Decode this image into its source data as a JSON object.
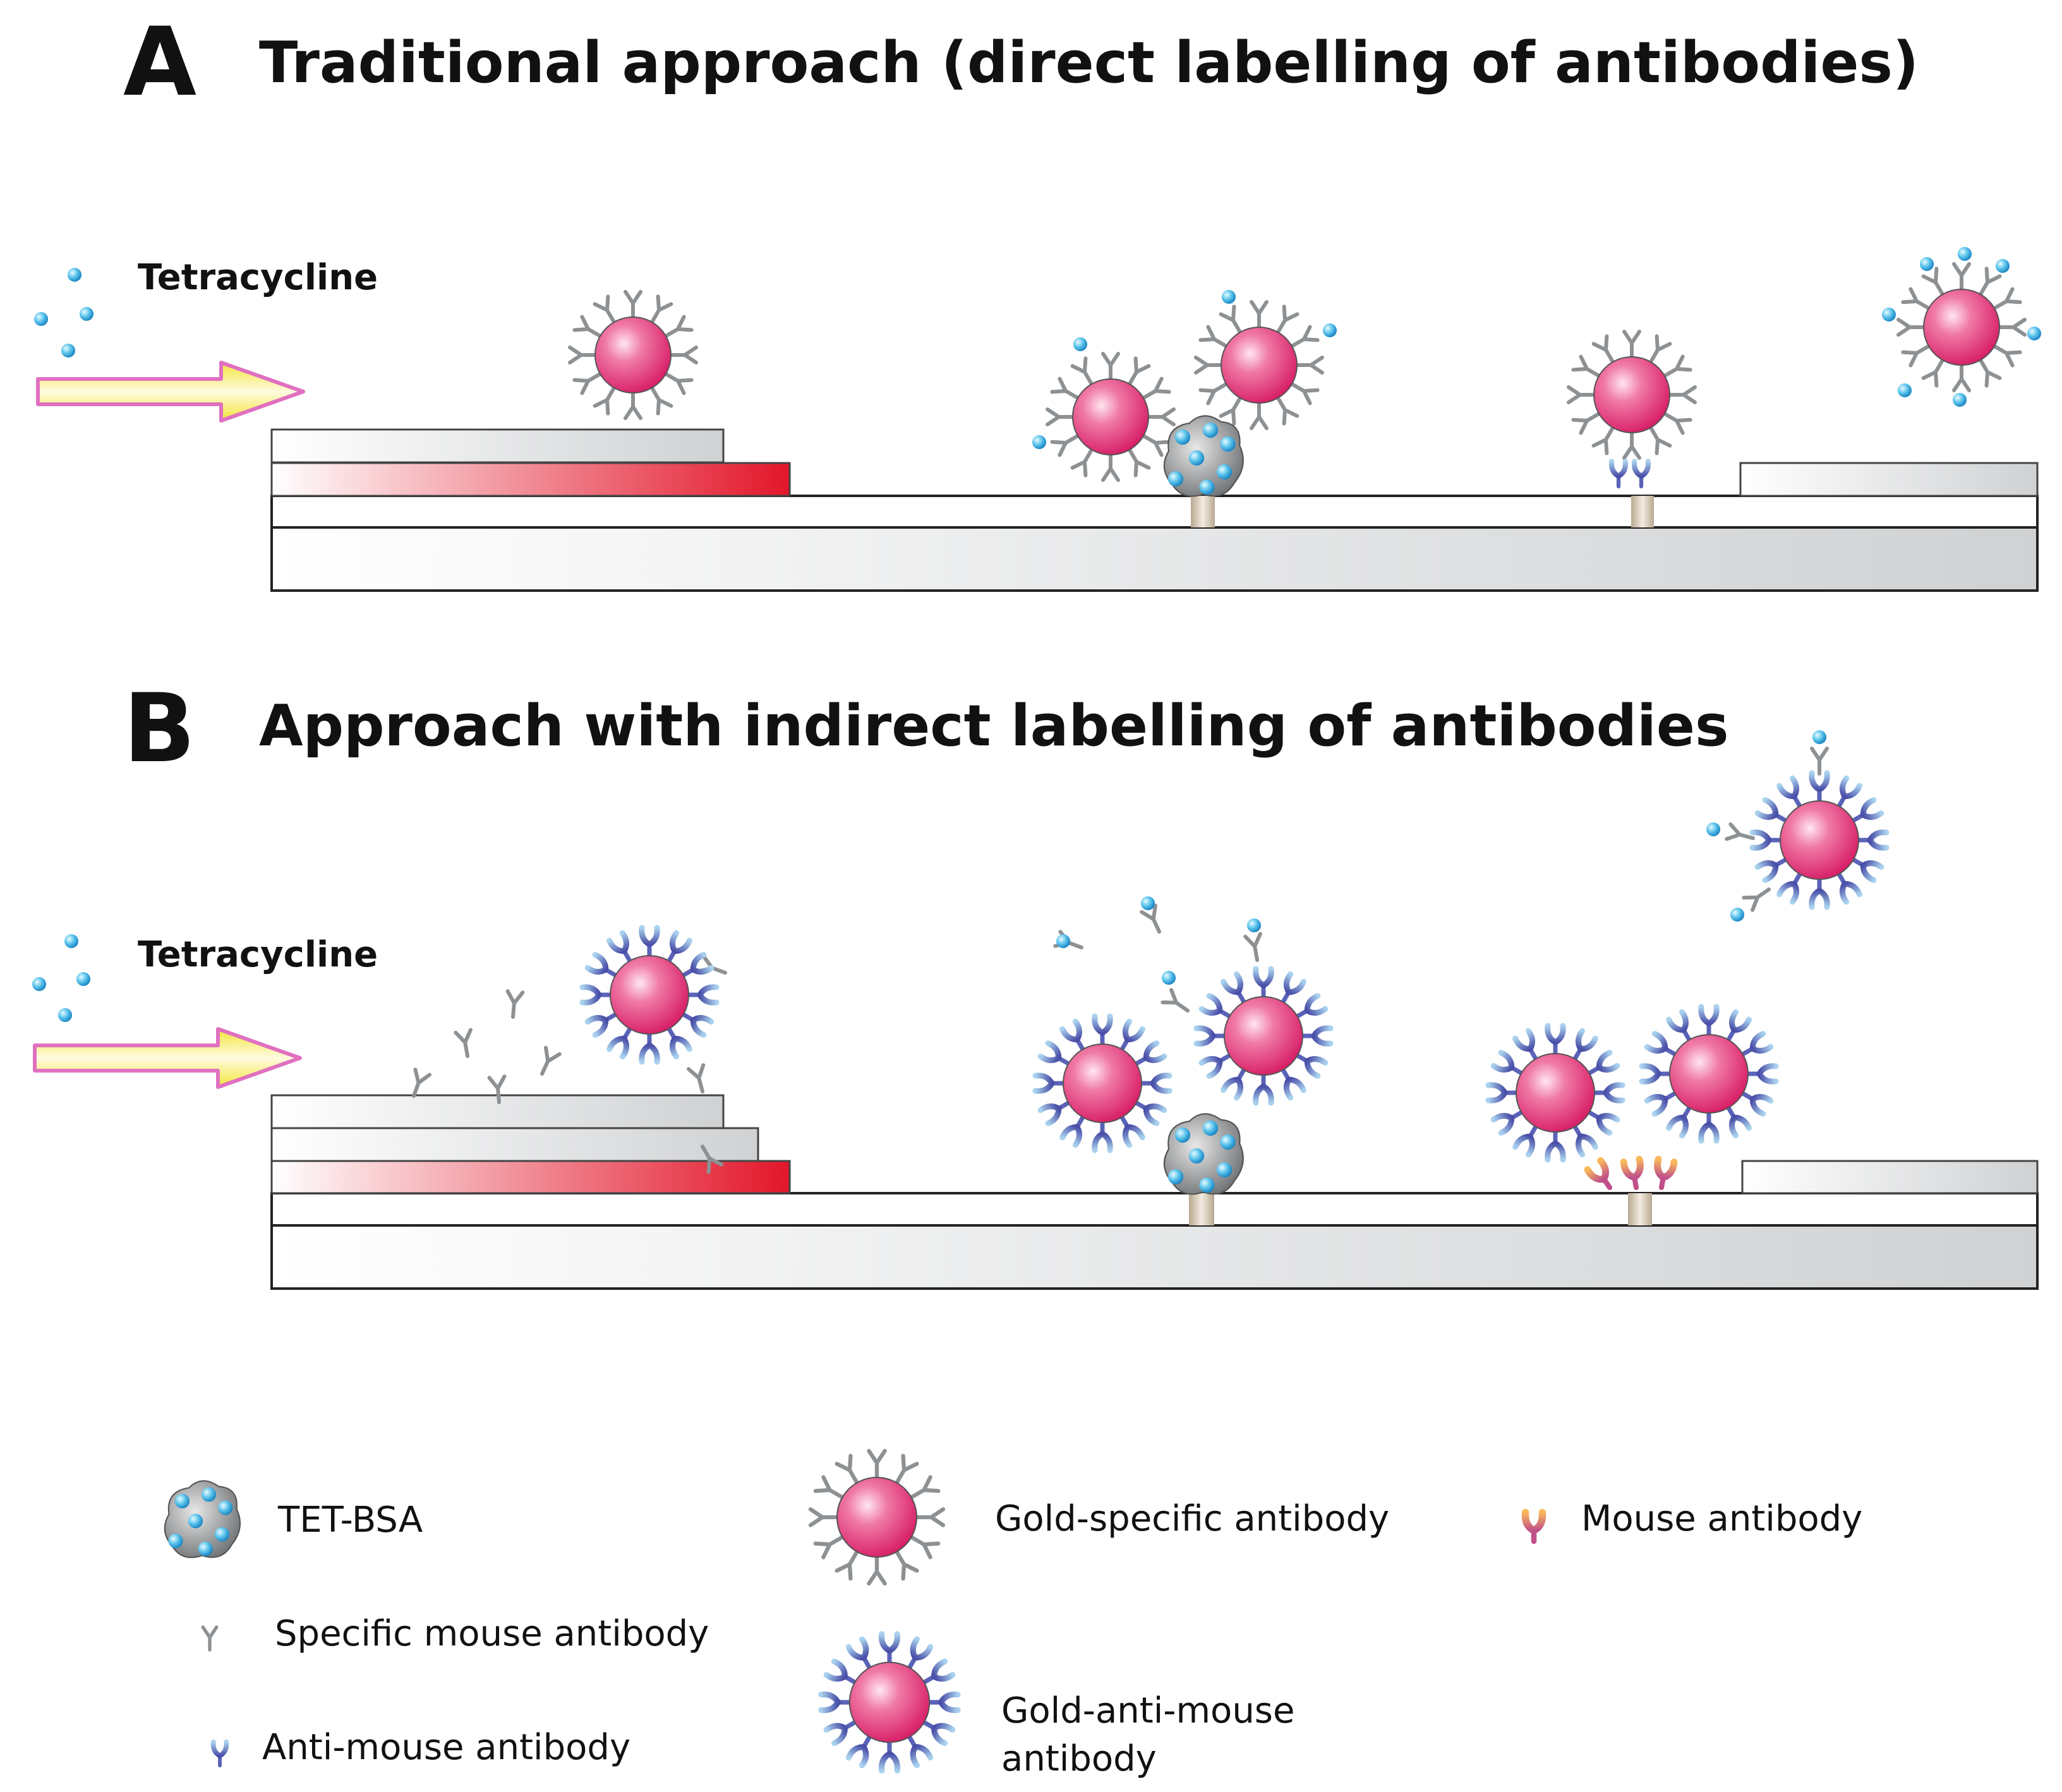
{
  "panel_a": {
    "letter": "A",
    "title": "Traditional approach (direct labelling of antibodies)",
    "analyte_label": "Tetracycline"
  },
  "panel_b": {
    "letter": "B",
    "title": "Approach with indirect labelling of antibodies",
    "analyte_label": "Tetracycline"
  },
  "legend": {
    "tet_bsa": "TET-BSA",
    "specific_mouse_antibody": "Specific mouse antibody",
    "anti_mouse_antibody": "Anti-mouse antibody",
    "gold_specific_antibody": "Gold-specific antibody",
    "gold_anti_mouse_line1": "Gold-anti-mouse",
    "gold_anti_mouse_line2": "antibody",
    "mouse_antibody": "Mouse antibody"
  },
  "colors": {
    "gold_particle": "#e8407a",
    "analyte": "#29a8e0",
    "conjugate_pad": "#e8202a",
    "flow_arrow": "#f5ec3a",
    "flow_arrow_border": "#e070c0",
    "anti_mouse": "#5a62b8",
    "mouse_antibody": "#f0a040"
  }
}
